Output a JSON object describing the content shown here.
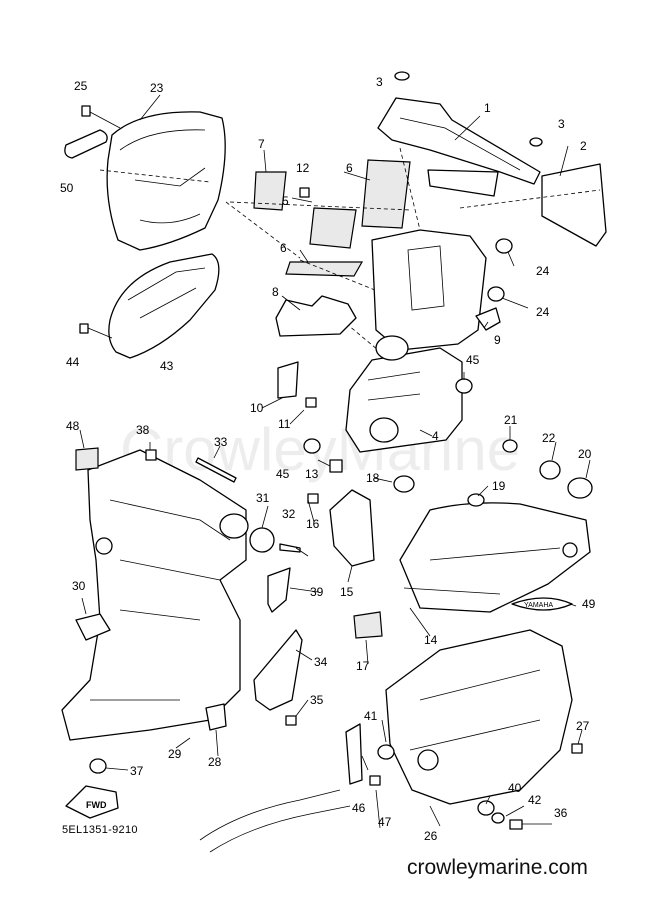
{
  "diagram_code": "5EL1351-9210",
  "website": "crowleymarine.com",
  "watermark": "CrowleyMarine",
  "fwd_label": "FWD",
  "decal_text": "YAMAHA",
  "parts": [
    {
      "id": "1",
      "label": "1"
    },
    {
      "id": "2",
      "label": "2"
    },
    {
      "id": "3a",
      "label": "3"
    },
    {
      "id": "3b",
      "label": "3"
    },
    {
      "id": "4",
      "label": "4"
    },
    {
      "id": "5",
      "label": "5"
    },
    {
      "id": "6a",
      "label": "6"
    },
    {
      "id": "6b",
      "label": "6"
    },
    {
      "id": "7",
      "label": "7"
    },
    {
      "id": "8",
      "label": "8"
    },
    {
      "id": "9",
      "label": "9"
    },
    {
      "id": "10",
      "label": "10"
    },
    {
      "id": "11",
      "label": "11"
    },
    {
      "id": "12",
      "label": "12"
    },
    {
      "id": "13",
      "label": "13"
    },
    {
      "id": "14",
      "label": "14"
    },
    {
      "id": "15",
      "label": "15"
    },
    {
      "id": "16",
      "label": "16"
    },
    {
      "id": "17",
      "label": "17"
    },
    {
      "id": "18",
      "label": "18"
    },
    {
      "id": "19",
      "label": "19"
    },
    {
      "id": "20",
      "label": "20"
    },
    {
      "id": "21",
      "label": "21"
    },
    {
      "id": "22",
      "label": "22"
    },
    {
      "id": "23",
      "label": "23"
    },
    {
      "id": "24a",
      "label": "24"
    },
    {
      "id": "24b",
      "label": "24"
    },
    {
      "id": "25",
      "label": "25"
    },
    {
      "id": "26",
      "label": "26"
    },
    {
      "id": "27",
      "label": "27"
    },
    {
      "id": "28",
      "label": "28"
    },
    {
      "id": "29",
      "label": "29"
    },
    {
      "id": "30",
      "label": "30"
    },
    {
      "id": "31",
      "label": "31"
    },
    {
      "id": "32",
      "label": "32"
    },
    {
      "id": "33",
      "label": "33"
    },
    {
      "id": "34",
      "label": "34"
    },
    {
      "id": "35",
      "label": "35"
    },
    {
      "id": "36",
      "label": "36"
    },
    {
      "id": "37",
      "label": "37"
    },
    {
      "id": "38",
      "label": "38"
    },
    {
      "id": "39",
      "label": "39"
    },
    {
      "id": "40",
      "label": "40"
    },
    {
      "id": "41",
      "label": "41"
    },
    {
      "id": "42",
      "label": "42"
    },
    {
      "id": "43",
      "label": "43"
    },
    {
      "id": "44",
      "label": "44"
    },
    {
      "id": "45a",
      "label": "45"
    },
    {
      "id": "45b",
      "label": "45"
    },
    {
      "id": "46",
      "label": "46"
    },
    {
      "id": "47",
      "label": "47"
    },
    {
      "id": "48",
      "label": "48"
    },
    {
      "id": "49",
      "label": "49"
    },
    {
      "id": "50",
      "label": "50"
    }
  ]
}
